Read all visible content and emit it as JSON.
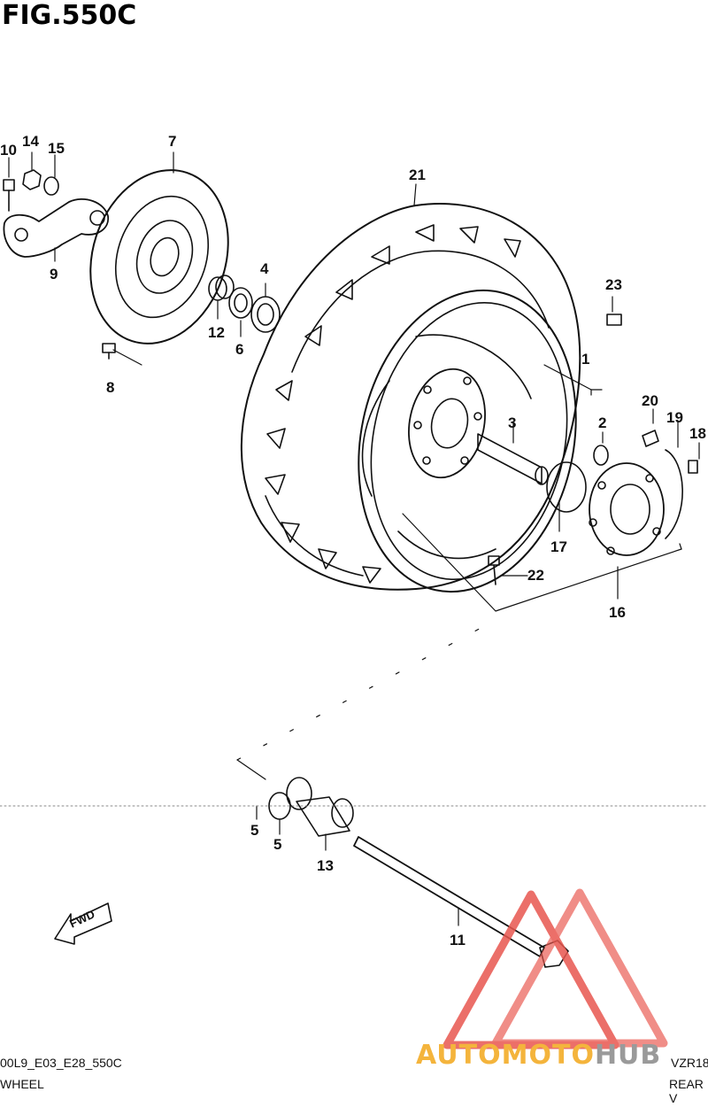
{
  "figure": {
    "title": "FIG.550C"
  },
  "callouts": [
    {
      "id": "1",
      "label": "1"
    },
    {
      "id": "2",
      "label": "2"
    },
    {
      "id": "3",
      "label": "3"
    },
    {
      "id": "4",
      "label": "4"
    },
    {
      "id": "5a",
      "label": "5"
    },
    {
      "id": "5b",
      "label": "5"
    },
    {
      "id": "6",
      "label": "6"
    },
    {
      "id": "7",
      "label": "7"
    },
    {
      "id": "8",
      "label": "8"
    },
    {
      "id": "9",
      "label": "9"
    },
    {
      "id": "10",
      "label": "10"
    },
    {
      "id": "11",
      "label": "11"
    },
    {
      "id": "12",
      "label": "12"
    },
    {
      "id": "13",
      "label": "13"
    },
    {
      "id": "14",
      "label": "14"
    },
    {
      "id": "15",
      "label": "15"
    },
    {
      "id": "16",
      "label": "16"
    },
    {
      "id": "17",
      "label": "17"
    },
    {
      "id": "18",
      "label": "18"
    },
    {
      "id": "19",
      "label": "19"
    },
    {
      "id": "20",
      "label": "20"
    },
    {
      "id": "21",
      "label": "21"
    },
    {
      "id": "22",
      "label": "22"
    },
    {
      "id": "23",
      "label": "23"
    }
  ],
  "arrow": {
    "label": "FWD"
  },
  "footer": {
    "code": "00L9_E03_E28_550C",
    "caption_left": "WHEEL",
    "model": "VZR18",
    "caption_right": "REAR V"
  },
  "watermark": {
    "part1": "AUTOMOTO",
    "part2": "HUB"
  },
  "colors": {
    "line": "#111111",
    "watermark_red": "#e8574f",
    "watermark_gold": "#f4b43c",
    "watermark_gray": "#9a9a9a"
  }
}
